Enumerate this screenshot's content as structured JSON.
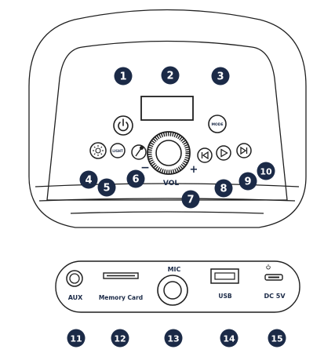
{
  "callouts": [
    "1",
    "2",
    "3",
    "4",
    "5",
    "6",
    "7",
    "8",
    "9",
    "10",
    "11",
    "12",
    "13",
    "14",
    "15"
  ],
  "buttons": {
    "mode": "MODE",
    "light": "LIGHT",
    "minus": "−",
    "plus": "+"
  },
  "volume_label": "VOL",
  "ports": {
    "aux": "AUX",
    "memory_card": "Memory Card",
    "mic": "MIC",
    "usb": "USB",
    "dc": "DC 5V"
  },
  "colors": {
    "navy": "#1b2a47",
    "line": "#1f1f1f",
    "background": "#ffffff"
  }
}
